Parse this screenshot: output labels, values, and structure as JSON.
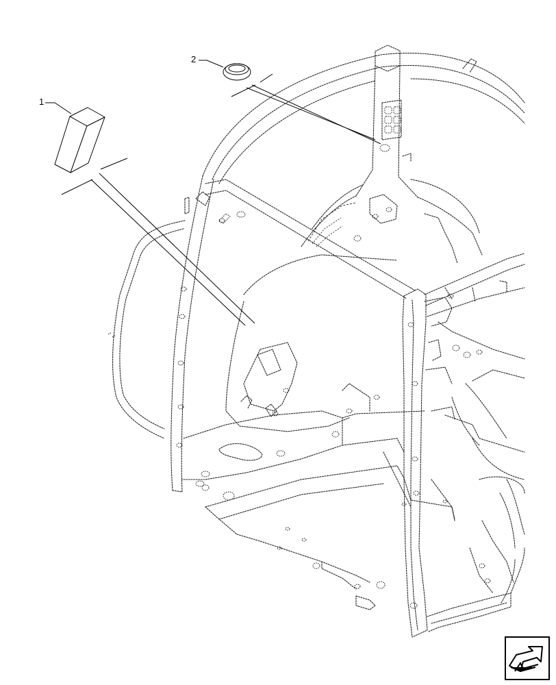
{
  "diagram": {
    "callouts": [
      {
        "number": "1",
        "part": "acoustic-foam-block"
      },
      {
        "number": "2",
        "part": "grommet-plug"
      }
    ],
    "nav_icon": "page-turn-arrow-icon"
  }
}
